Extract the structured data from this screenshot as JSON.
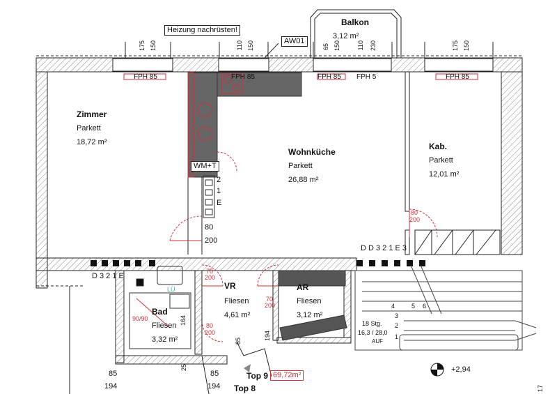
{
  "notes": {
    "heating": "Heizung nachrüsten!",
    "aw": "AW01",
    "elevation": "+2,94"
  },
  "rooms": {
    "balkon": {
      "name": "Balkon",
      "area": "3,12 m²"
    },
    "zimmer": {
      "name": "Zimmer",
      "floor": "Parkett",
      "area": "18,72 m²"
    },
    "wohnkueche": {
      "name": "Wohnküche",
      "floor": "Parkett",
      "area": "26,88 m²"
    },
    "kab": {
      "name": "Kab.",
      "floor": "Parkett",
      "area": "12,01 m²"
    },
    "vr": {
      "name": "VR",
      "floor": "Fliesen",
      "area": "4,61 m²"
    },
    "ar": {
      "name": "AR",
      "floor": "Fliesen",
      "area": "3,12 m²"
    },
    "bad": {
      "name": "Bad",
      "floor": "Fliesen",
      "area": "3,32 m²"
    }
  },
  "windows": {
    "w1": {
      "a": "175",
      "b": "150",
      "label": "FPH 85"
    },
    "w2": {
      "a": "110",
      "b": "150",
      "label": "FPH 85"
    },
    "w3": {
      "a": "65",
      "b": "150",
      "label": "FPH 85"
    },
    "w4": {
      "a": "110",
      "b": "230",
      "label": "FPH 5"
    },
    "w5": {
      "a": "175",
      "b": "150",
      "label": "FPH 85"
    }
  },
  "fixtures": {
    "wm": "WM+T",
    "fuse_top": "2",
    "fuse_mid": "1",
    "fuse_bot": "E",
    "lue": "LÜ",
    "bad_dim": "90/90"
  },
  "doors": {
    "d1": {
      "a": "80",
      "b": "200"
    },
    "d_kab": {
      "a": "80",
      "b": "200"
    },
    "d_vr1": {
      "a": "70",
      "b": "200"
    },
    "d_ar": {
      "a": "70",
      "b": "200"
    },
    "d_bad": {
      "a": "80",
      "b": "200"
    },
    "vr_w": "164",
    "vr_194": "194",
    "d_85": "85"
  },
  "meters": {
    "left": "D  3 2 1 E",
    "right": "D  D 3 2 1 E 3"
  },
  "stairs": {
    "steps": "18 Stg.",
    "ratio": "16,3 / 28,0",
    "dir": "AUF",
    "nums": [
      "1",
      "2",
      "3",
      "4",
      "5",
      "6"
    ]
  },
  "bottom": {
    "top9": "Top 9",
    "top9_area": "69,72m²",
    "top8": "Top 8",
    "dims": [
      "85",
      "194",
      "25",
      "85",
      "194",
      "17"
    ]
  }
}
